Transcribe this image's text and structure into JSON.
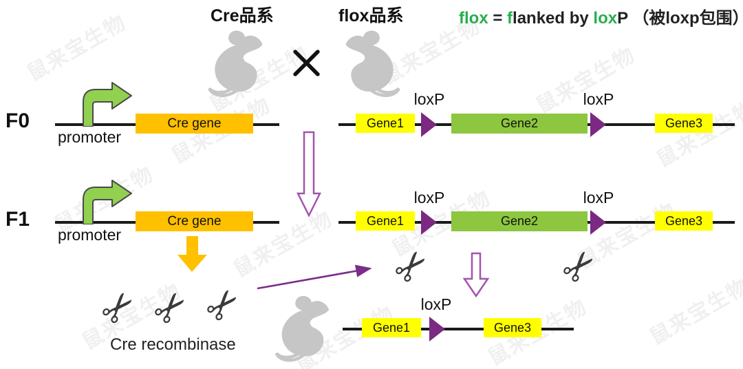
{
  "header": {
    "cre_strain_label": "Cre品系",
    "flox_strain_label": "flox品系",
    "formula_parts": [
      {
        "text": "flox",
        "highlight": true
      },
      {
        "text": " = ",
        "highlight": false
      },
      {
        "text": "f",
        "highlight": true
      },
      {
        "text": "lanked by ",
        "highlight": false
      },
      {
        "text": "lox",
        "highlight": true
      },
      {
        "text": "P",
        "highlight": false
      },
      {
        "text": " （被loxp包围）",
        "highlight": false
      }
    ]
  },
  "generations": {
    "f0": "F0",
    "f1": "F1"
  },
  "cre_construct": {
    "promoter_label": "promoter",
    "gene_label": "Cre gene"
  },
  "flox_construct": {
    "gene1": "Gene1",
    "gene2": "Gene2",
    "gene3": "Gene3",
    "loxp": "loxP"
  },
  "result_construct": {
    "gene1": "Gene1",
    "gene3": "Gene3",
    "loxp": "loxP"
  },
  "enzyme": {
    "label": "Cre recombinase",
    "scissors_glyph": "✂"
  },
  "icons": {
    "cross": "breeding-cross",
    "mouse": "mouse-silhouette",
    "scissors": "scissors"
  },
  "colors": {
    "yellow": "#FFFF00",
    "green_box": "#8DC63F",
    "green_arrow": "#92D050",
    "orange": "#FFC000",
    "purple": "#7B2982",
    "purple_outline": "#A353AD",
    "purple_thin": "#7B2D8B",
    "line": "#1A1A1A",
    "mouse_gray": "#C6C6C6",
    "scissors": "#3B3B3B",
    "green_text": "#27AE4F"
  },
  "watermark": {
    "text": "鼠来宝生物"
  }
}
